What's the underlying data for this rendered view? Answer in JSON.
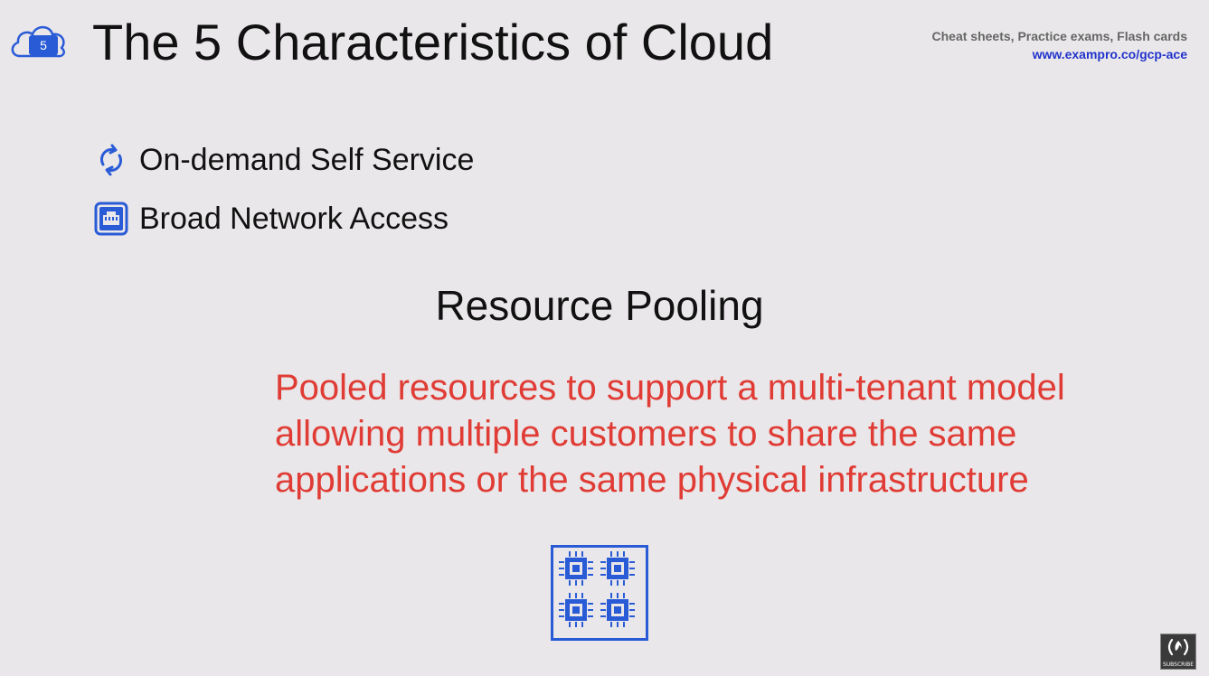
{
  "header": {
    "badge_number": "5",
    "title": "The 5 Characteristics of Cloud",
    "promo_text": "Cheat sheets, Practice exams, Flash cards",
    "promo_link": "www.exampro.co/gcp-ace",
    "badge_icon": "cloud-icon"
  },
  "characteristics": [
    {
      "label": "On-demand Self Service",
      "icon": "refresh-icon"
    },
    {
      "label": "Broad Network Access",
      "icon": "ethernet-port-icon"
    }
  ],
  "section": {
    "title": "Resource Pooling",
    "description": "Pooled resources to support a multi-tenant model allowing multiple customers to share the same applications or the same physical infrastructure",
    "icon": "chip-pool-icon"
  },
  "overlay": {
    "subscribe_label": "SUBSCRIBE",
    "icon": "flame-logo-icon"
  },
  "colors": {
    "background": "#e9e7e9",
    "accent_blue": "#2a5bd7",
    "description_red": "#e03c35",
    "link_blue": "#2233cc"
  }
}
